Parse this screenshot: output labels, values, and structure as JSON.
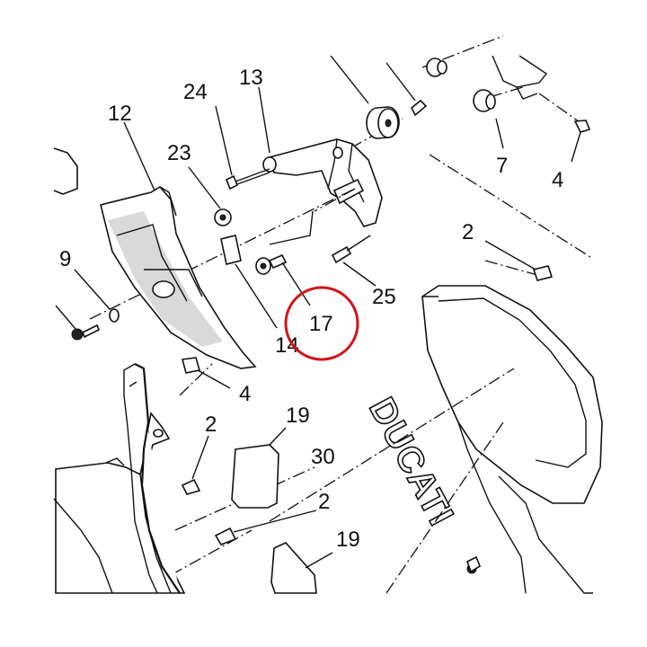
{
  "diagram": {
    "callouts": {
      "c2a": "2",
      "c2b": "2",
      "c2c": "2",
      "c4a": "4",
      "c4b": "4",
      "c7": "7",
      "c9": "9",
      "c12": "12",
      "c13": "13",
      "c14": "14",
      "c17": "17",
      "c19a": "19",
      "c19b": "19",
      "c23": "23",
      "c24": "24",
      "c25": "25",
      "c30": "30"
    },
    "brand_text": "DUCATI",
    "highlight_color": "#d0161b",
    "line_color": "#111111"
  }
}
